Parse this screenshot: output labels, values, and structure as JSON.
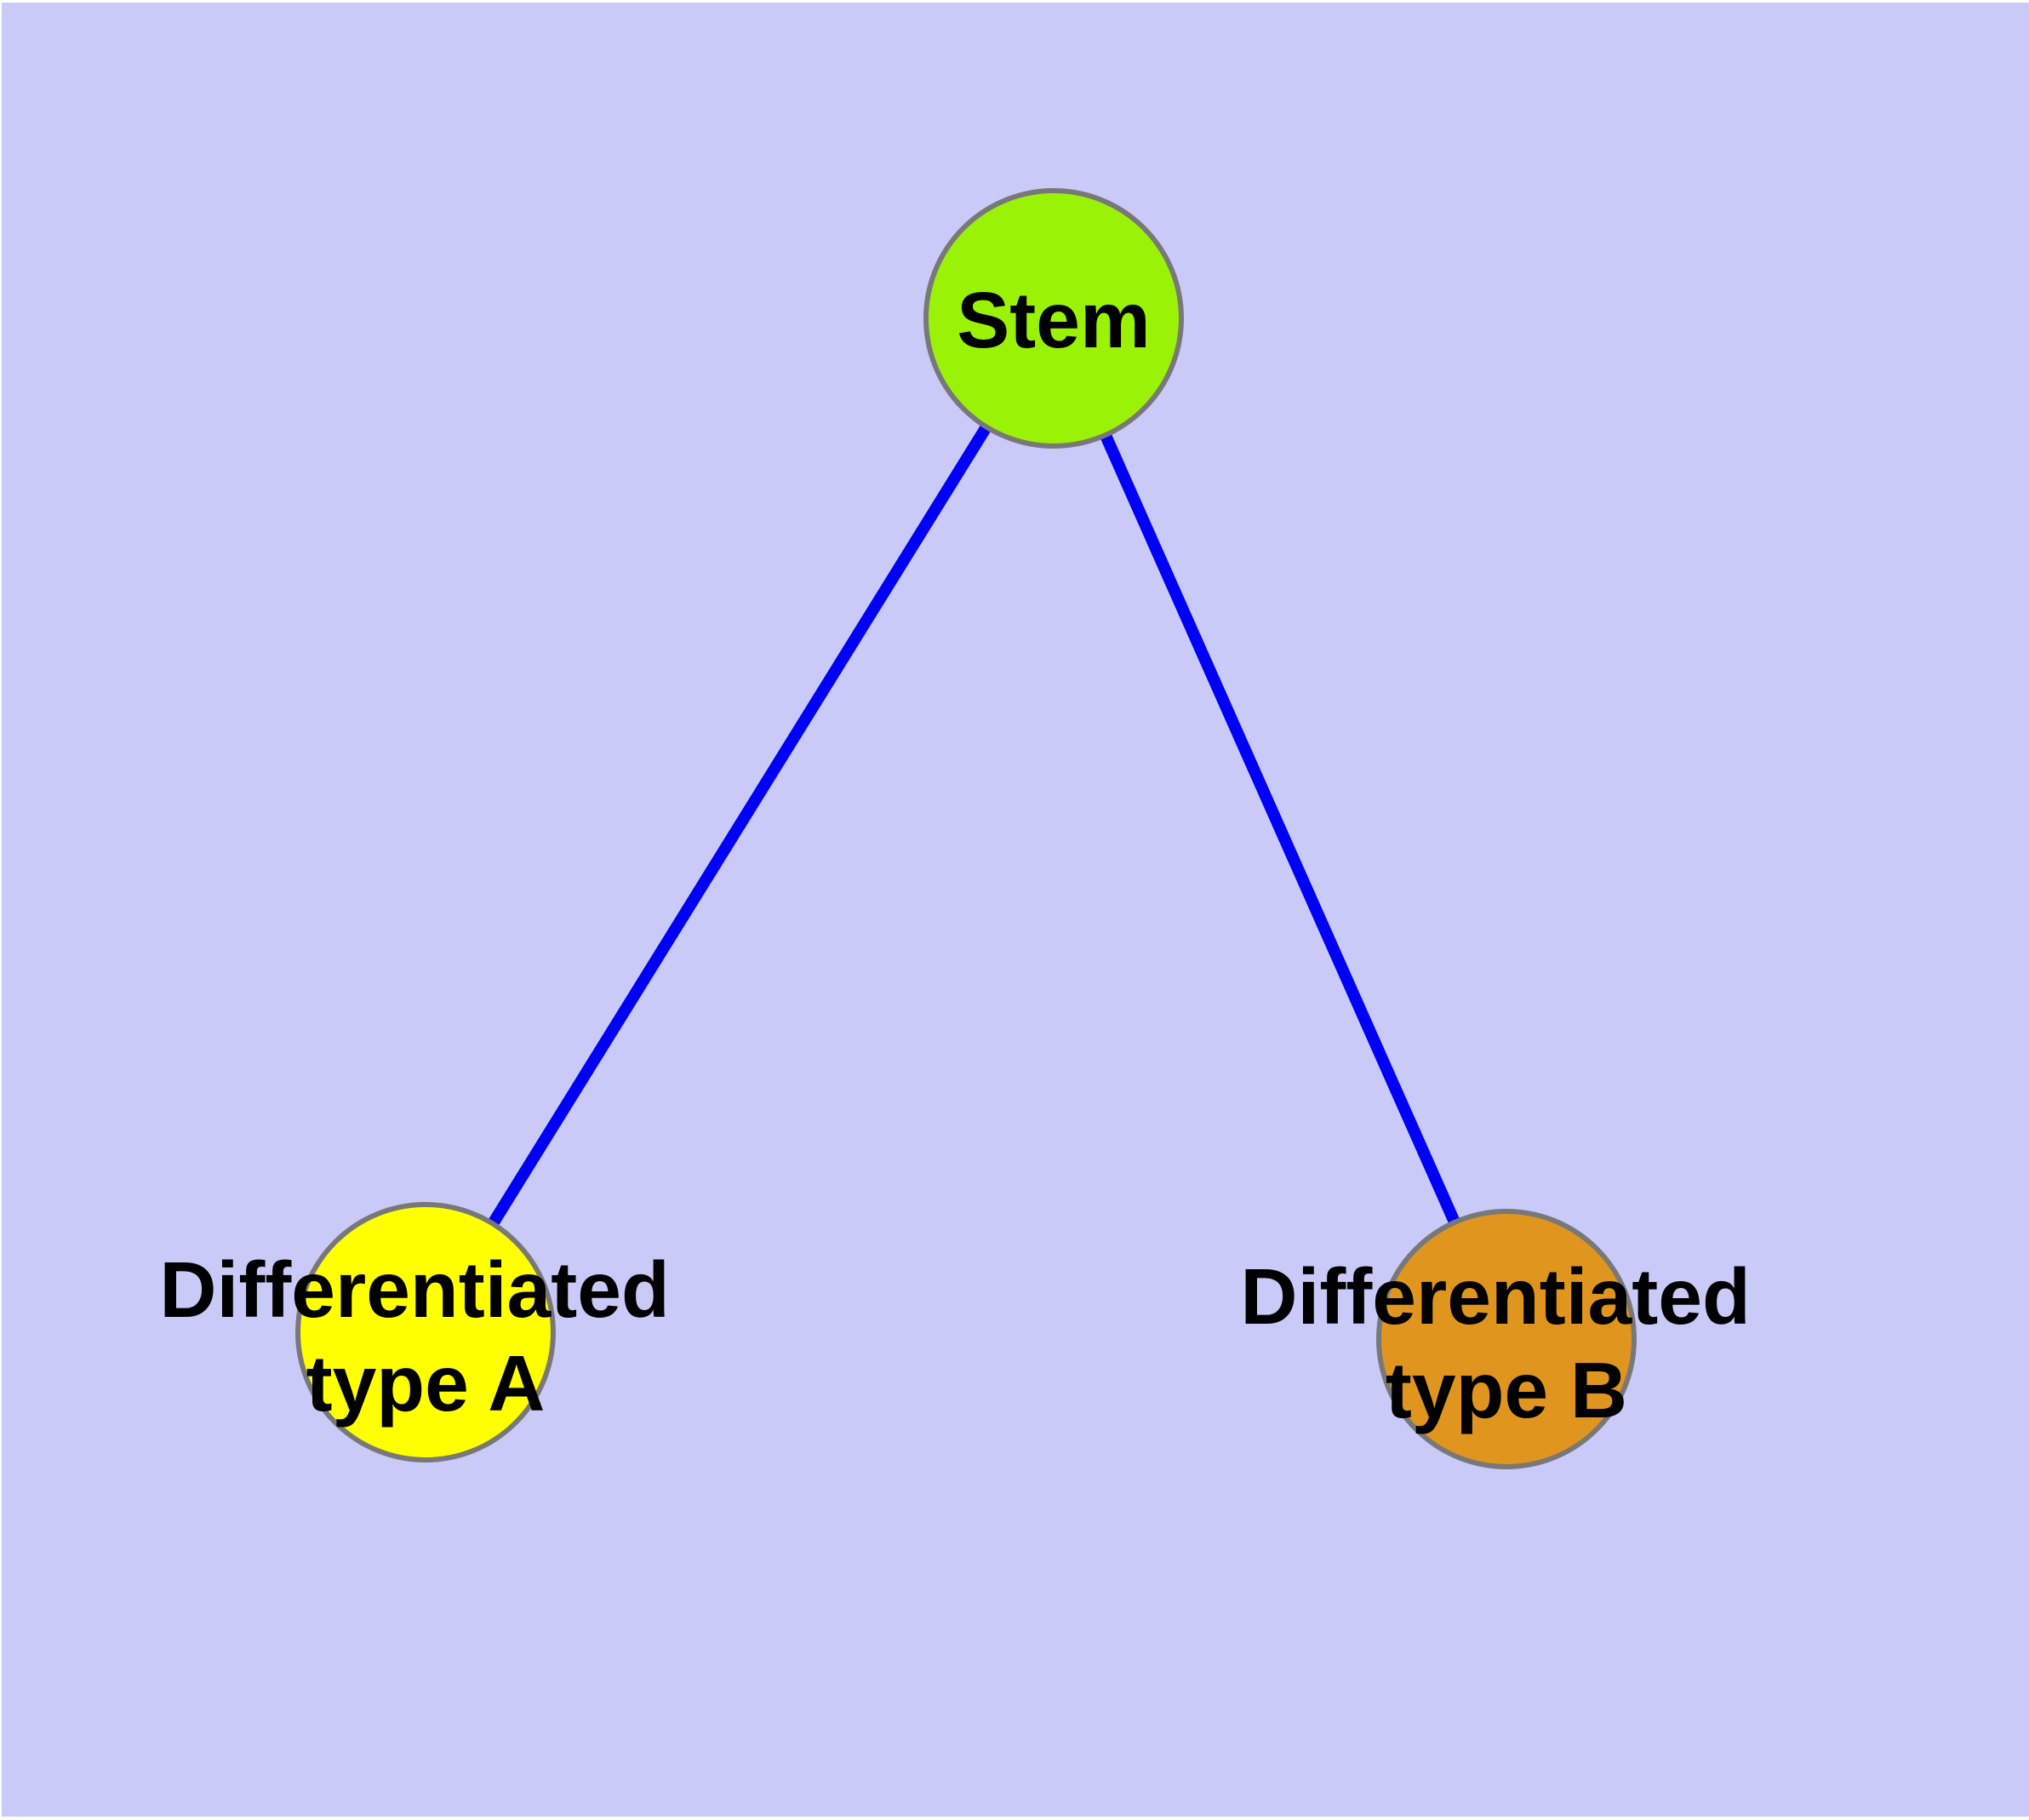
{
  "diagram": {
    "title": "",
    "background_color": "#CACAF8",
    "page_margin_color": "#FFFFFF",
    "edge_color": "#0000F6",
    "node_border_color": "#787878",
    "label_color": "#000000",
    "nodes": [
      {
        "id": "stem",
        "label": "Stem",
        "label_line1": "Stem",
        "label_line2": "",
        "fill": "#9AF307"
      },
      {
        "id": "differentiated-type-a",
        "label": "Differentiated type A",
        "label_line1": "Differentiated",
        "label_line2": "type A",
        "fill": "#FFFF00"
      },
      {
        "id": "differentiated-type-b",
        "label": "Differentiated type B",
        "label_line1": "Differentiated",
        "label_line2": "type B",
        "fill": "#E0961E"
      }
    ],
    "edges": [
      {
        "from": "Stem",
        "to": "Differentiated type A"
      },
      {
        "from": "Stem",
        "to": "Differentiated type B"
      }
    ]
  }
}
